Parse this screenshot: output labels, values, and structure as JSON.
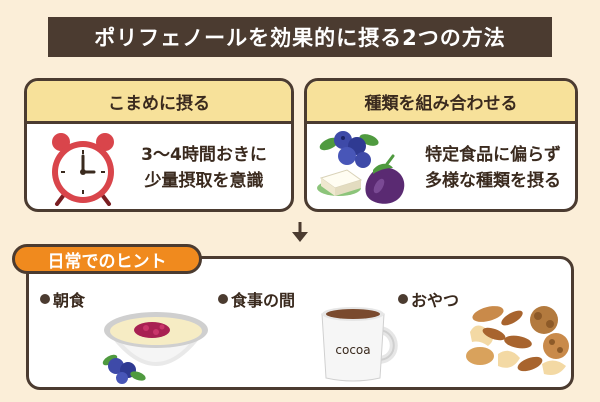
{
  "title": "ポリフェノールを効果的に摂る2つの方法",
  "method_1": {
    "heading": "こまめに摂る",
    "text_line1": "3〜4時間おきに",
    "text_line2": "少量摂取を意識",
    "icon": "alarm-clock-icon"
  },
  "method_2": {
    "heading": "種類を組み合わせる",
    "text_line1": "特定食品に偏らず",
    "text_line2": "多様な種類を摂る",
    "icon": "blueberry-tofu-eggplant-icon"
  },
  "hints": {
    "tag": "日常でのヒント",
    "items": [
      {
        "label": "朝食",
        "icon": "yogurt-bowl-icon"
      },
      {
        "label": "食事の間",
        "icon": "cocoa-mug-icon",
        "mug_text": "cocoa"
      },
      {
        "label": "おやつ",
        "icon": "nuts-icon"
      }
    ]
  },
  "colors": {
    "dark": "#4b3b30",
    "background": "#fbeed8",
    "card_header": "#f7e19a",
    "accent_orange": "#f08a1e",
    "clock_red": "#d9454b"
  }
}
